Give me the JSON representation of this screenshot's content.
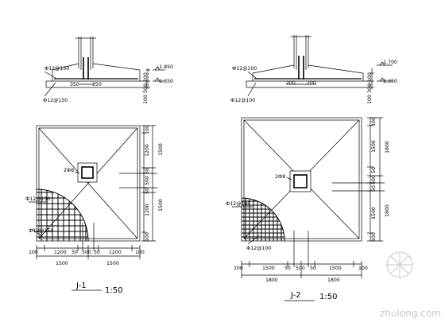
{
  "details": [
    {
      "title": "J-1",
      "scale": "1:50",
      "section": {
        "bar_top": "Ф12@150",
        "bar_bottom": "Ф12@150",
        "col_left": "350",
        "col_right": "350",
        "elev_top": "-1.850",
        "elev_bottom": "-2.350",
        "thk_top": "100",
        "thk_base": "500",
        "thk_pad": "100"
      },
      "plan": {
        "column_label": "2Ф8",
        "bar_label": "Ф12@150",
        "bar_label_bottom": "Ф12@150",
        "right_dims": [
          "100",
          "1200",
          "50",
          "500",
          "50",
          "1200",
          "100"
        ],
        "right_totals": [
          "1500",
          "1500"
        ],
        "bottom_dims": [
          "100",
          "1200",
          "50",
          "500",
          "50",
          "1200",
          "100"
        ],
        "bottom_totals": [
          "1500",
          "1500"
        ]
      }
    },
    {
      "title": "J-2",
      "scale": "1:50",
      "section": {
        "bar_top": "Ф12@100",
        "bar_bottom": "Ф12@100",
        "col_left": "200",
        "col_right": "200",
        "elev_top": "-1.700",
        "elev_bottom": "-2.350",
        "thk_top": "100",
        "thk_base": "300",
        "thk_pad": "100"
      },
      "plan": {
        "column_label": "2Ф8",
        "bar_label": "Ф12@100",
        "bar_label_bottom": "Ф12@100",
        "right_dims": [
          "100",
          "1500",
          "50",
          "500",
          "50",
          "1500",
          "100"
        ],
        "right_totals": [
          "1800",
          "1800"
        ],
        "bottom_dims": [
          "100",
          "1500",
          "50",
          "500",
          "50",
          "1500",
          "100"
        ],
        "bottom_totals": [
          "1800",
          "1800"
        ]
      }
    }
  ],
  "watermark": "zhulong.com"
}
